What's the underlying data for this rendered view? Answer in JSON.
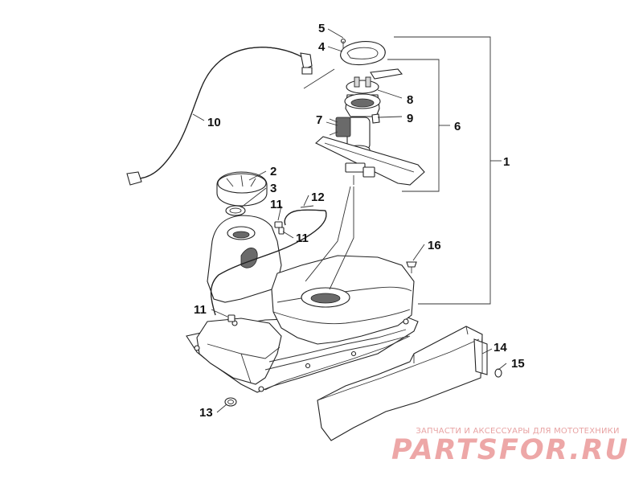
{
  "callouts": [
    "1",
    "2",
    "3",
    "4",
    "5",
    "6",
    "7",
    "8",
    "9",
    "10",
    "11",
    "11",
    "11",
    "12",
    "13",
    "14",
    "15",
    "16"
  ],
  "watermark": {
    "caption": "ЗАПЧАСТИ И АКСЕССУАРЫ ДЛЯ МОТОТЕХНИКИ",
    "logo": "PARTSFOR.RU"
  },
  "colors": {
    "lines": "#222222",
    "watermark": "#e8a3a3"
  }
}
